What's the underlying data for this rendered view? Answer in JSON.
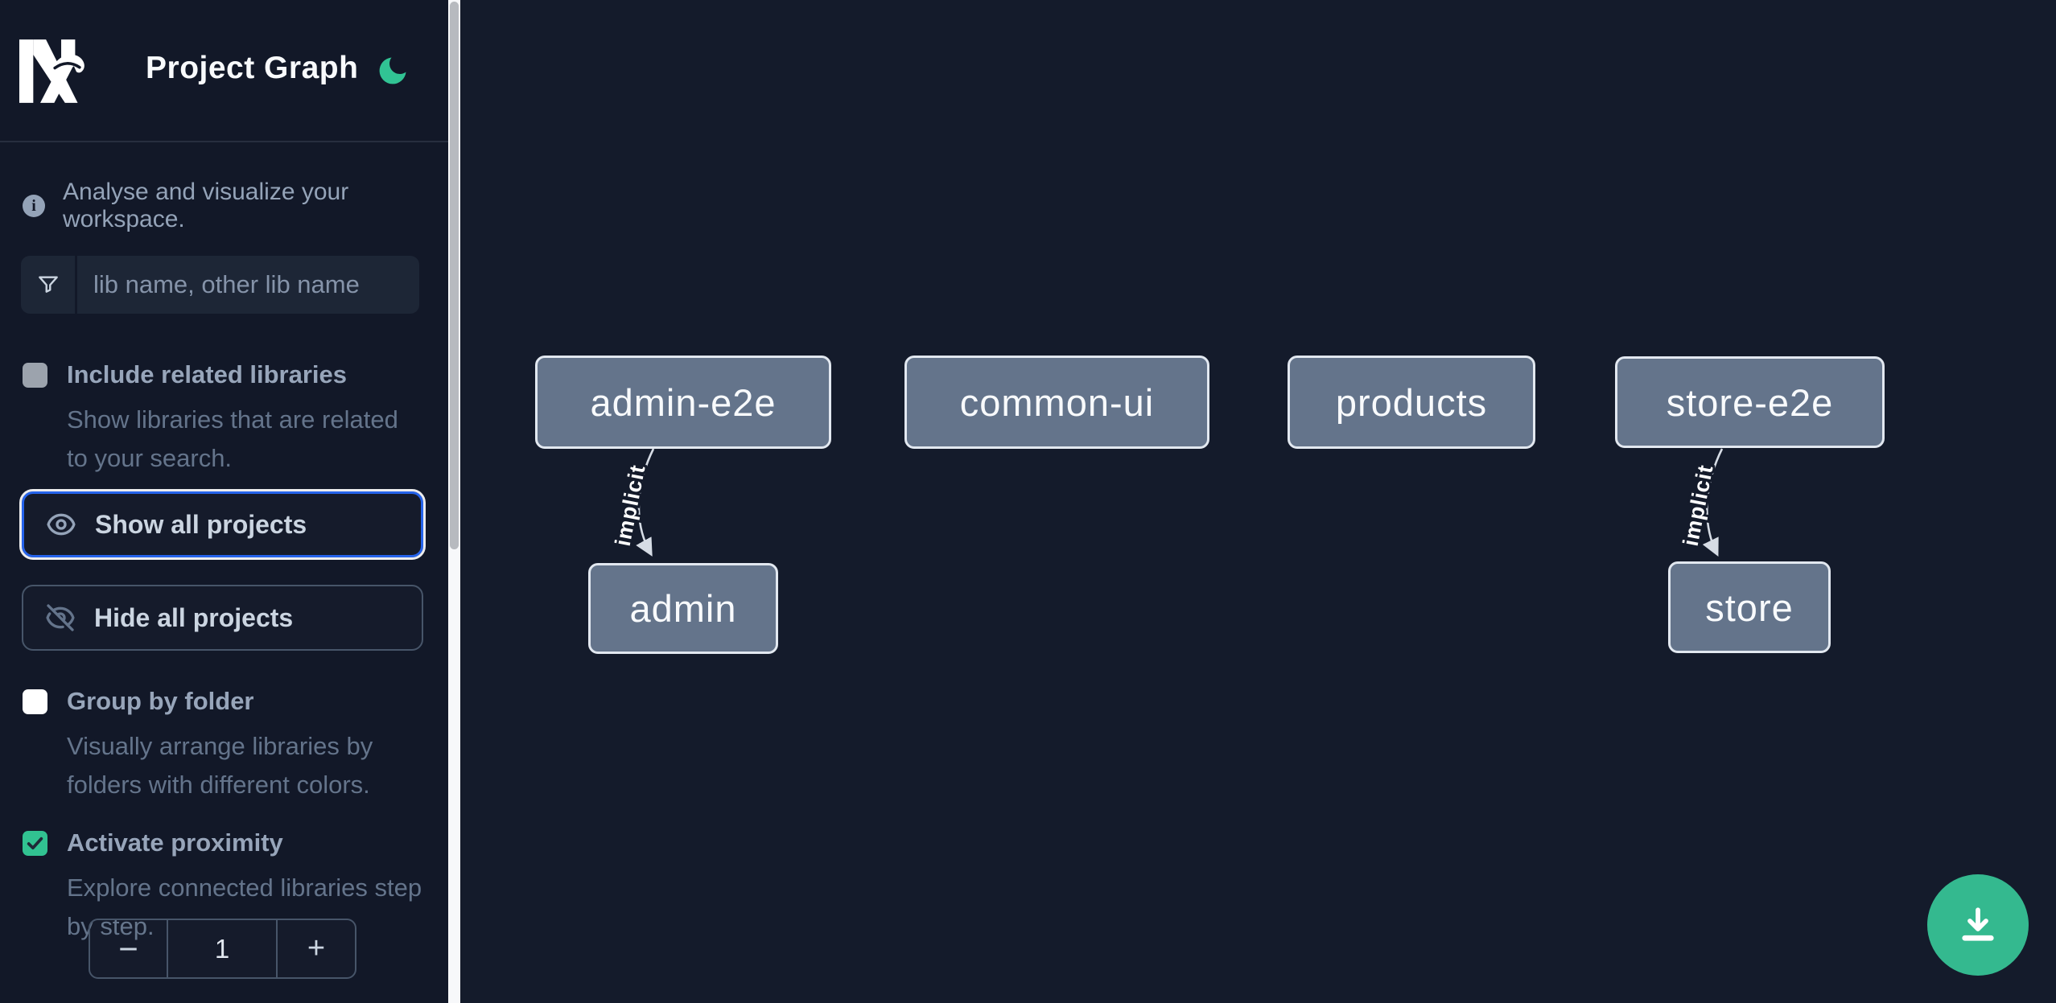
{
  "app": {
    "title": "Project Graph",
    "logo": "nx-logo",
    "theme_toggle": "moon-icon"
  },
  "colors": {
    "background": "#141b2b",
    "sidebar_background": "#121828",
    "accent_green": "#34b98f",
    "focus_blue": "#2563eb",
    "node_fill": "#64748b",
    "node_border": "#e2e8f0",
    "checkbox_checked_green": "#31c291"
  },
  "sidebar": {
    "tagline": "Analyse and visualize your workspace.",
    "search": {
      "placeholder": "lib name, other lib name",
      "value": "",
      "icon": "funnel-icon"
    },
    "include_related": {
      "label": "Include related libraries",
      "description": "Show libraries that are related to your search.",
      "checked": false
    },
    "show_all_label": "Show all projects",
    "hide_all_label": "Hide all projects",
    "group_by_folder": {
      "label": "Group by folder",
      "description": "Visually arrange libraries by folders with different colors.",
      "checked": false
    },
    "activate_proximity": {
      "label": "Activate proximity",
      "description": "Explore connected libraries step by step.",
      "checked": true
    },
    "proximity_stepper": {
      "decrement": "−",
      "value": "1",
      "increment": "+"
    }
  },
  "graph": {
    "nodes": [
      {
        "label": "admin-e2e"
      },
      {
        "label": "common-ui"
      },
      {
        "label": "products"
      },
      {
        "label": "store-e2e"
      },
      {
        "label": "admin"
      },
      {
        "label": "store"
      }
    ],
    "edges": [
      {
        "from": "admin-e2e",
        "to": "admin",
        "label": "implicit"
      },
      {
        "from": "store-e2e",
        "to": "store",
        "label": "implicit"
      }
    ]
  },
  "fab": {
    "icon": "download-icon"
  }
}
